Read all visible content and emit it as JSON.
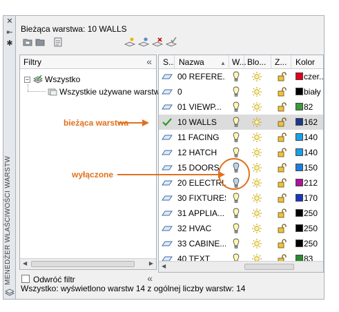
{
  "palette": {
    "title": "MENEDŻER WŁAŚCIWOŚCI WARSTW",
    "current_layer": "Bieżąca warstwa: 10 WALLS",
    "status": "Wszystko: wyświetlono warstw 14 z ogólnej liczby warstw: 14"
  },
  "filters": {
    "header": "Filtry",
    "tree": [
      {
        "label": "Wszystko"
      },
      {
        "label": "Wszystkie używane warstwy"
      }
    ],
    "invert_label": "Odwróć filtr"
  },
  "table": {
    "headers": {
      "status": "S...",
      "name": "Nazwa",
      "on": "W...",
      "freeze": "Blo...",
      "lock": "Z...",
      "color": "Kolor"
    },
    "rows": [
      {
        "name": "00 REFERE...",
        "on": true,
        "color_name": "czer...",
        "color": "#e0001a"
      },
      {
        "name": "0",
        "on": true,
        "color_name": "biały",
        "color": "#000000"
      },
      {
        "name": "01 VIEWP...",
        "on": true,
        "color_name": "82",
        "color": "#3a9a3a"
      },
      {
        "name": "10 WALLS",
        "on": true,
        "color_name": "162",
        "color": "#1a3a8a",
        "current": true
      },
      {
        "name": "11 FACING",
        "on": true,
        "color_name": "140",
        "color": "#1aa0e8"
      },
      {
        "name": "12 HATCH",
        "on": true,
        "color_name": "140",
        "color": "#1aa0e8"
      },
      {
        "name": "15 DOORS",
        "on": false,
        "color_name": "150",
        "color": "#1a7ee0"
      },
      {
        "name": "20 ELECTRI...",
        "on": false,
        "color_name": "212",
        "color": "#b0109a"
      },
      {
        "name": "30 FIXTURES",
        "on": true,
        "color_name": "170",
        "color": "#1a36c0"
      },
      {
        "name": "31 APPLIA...",
        "on": true,
        "color_name": "250",
        "color": "#000000"
      },
      {
        "name": "32 HVAC",
        "on": true,
        "color_name": "250",
        "color": "#000000"
      },
      {
        "name": "33 CABINE...",
        "on": true,
        "color_name": "250",
        "color": "#000000"
      },
      {
        "name": "40 TEXT",
        "on": true,
        "color_name": "83",
        "color": "#2a8a2a"
      }
    ]
  },
  "callouts": {
    "current": "bieżąca warstwa",
    "off": "wyłączone"
  },
  "colors": {
    "accent": "#e0701c",
    "check": "#2a9a2a"
  }
}
